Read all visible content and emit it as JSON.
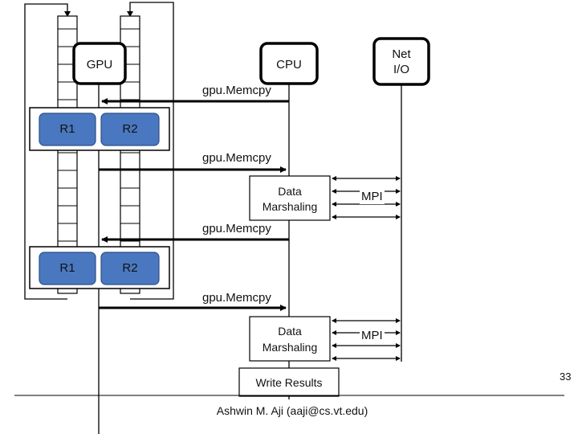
{
  "nodes": {
    "gpu": "GPU",
    "cpu": "CPU",
    "net_line1": "Net",
    "net_line2": "I/O"
  },
  "transfers": [
    "gpu.Memcpy",
    "gpu.Memcpy",
    "gpu.Memcpy",
    "gpu.Memcpy"
  ],
  "kernels": {
    "phase1": [
      "R1",
      "R2"
    ],
    "phase2": [
      "R1",
      "R2"
    ]
  },
  "marshaling": {
    "line1": "Data",
    "line2": "Marshaling"
  },
  "mpi": [
    "MPI",
    "MPI"
  ],
  "write_results": "Write Results",
  "footer": {
    "author": "Ashwin M. Aji (aaji@cs.vt.edu)",
    "page_number": "33"
  },
  "colors": {
    "kernel_fill": "#4a78c0",
    "kernel_stroke": "#2d4f86",
    "line": "#000000"
  }
}
